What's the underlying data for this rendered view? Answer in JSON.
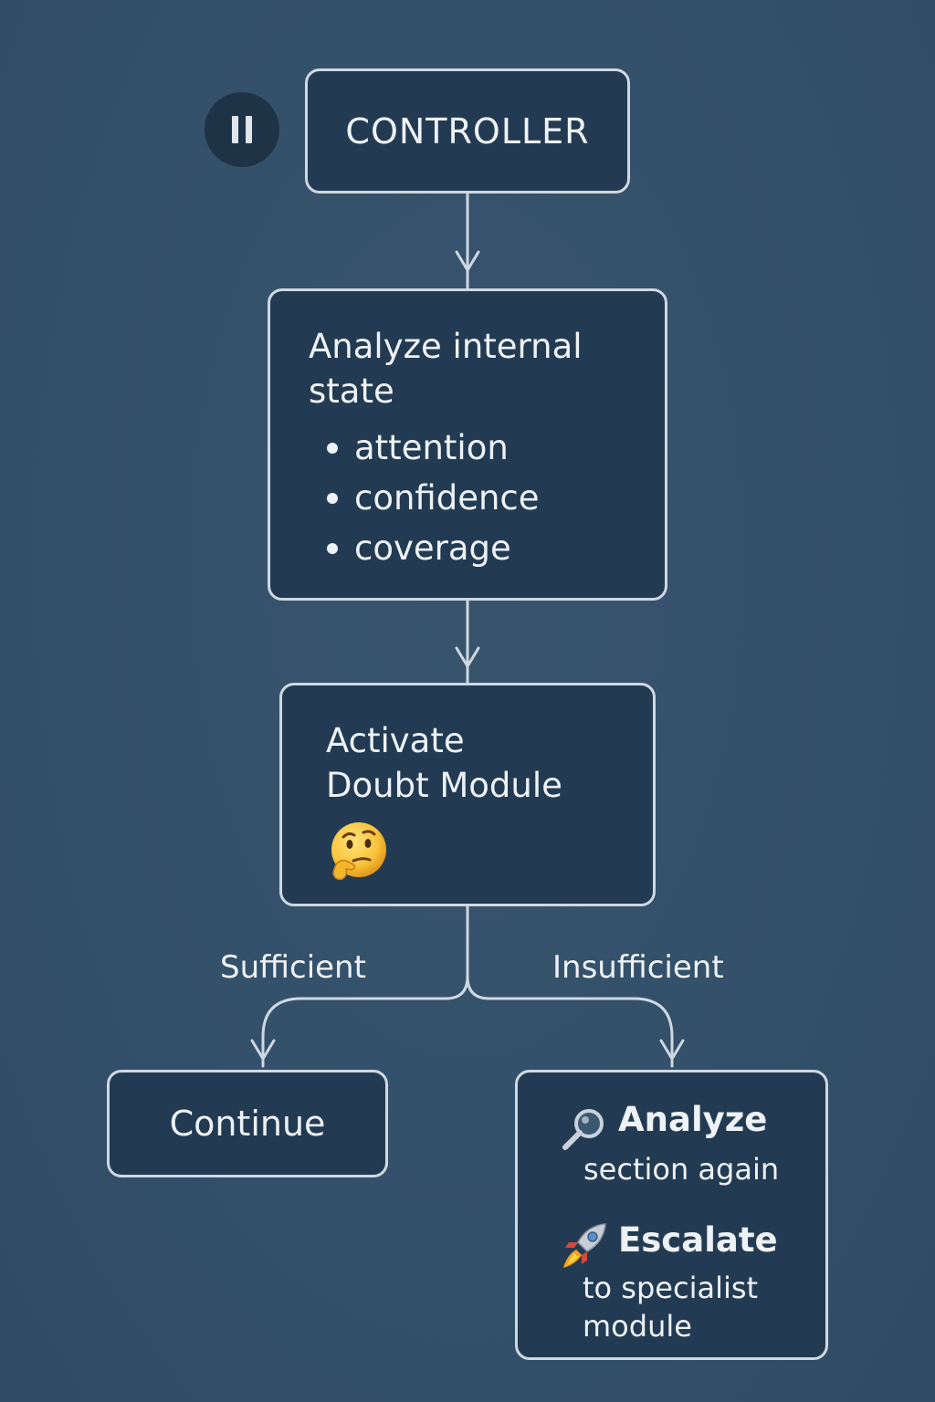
{
  "controller": {
    "label": "CONTROLLER"
  },
  "pause_button": {
    "icon": "pause-icon"
  },
  "analyze": {
    "title_line1": "Analyze internal",
    "title_line2": "state",
    "items": [
      "attention",
      "confidence",
      "coverage"
    ]
  },
  "doubt": {
    "title_line1": "Activate",
    "title_line2": "Doubt Module",
    "icon": "thinking-face-icon"
  },
  "edges": {
    "sufficient": "Sufficient",
    "insufficient": "Insufficient"
  },
  "continue": {
    "label": "Continue"
  },
  "actions": {
    "analyze_again": {
      "title": "Analyze",
      "sub": "section again",
      "icon": "magnifier-icon"
    },
    "escalate": {
      "title": "Escalate",
      "sub_line1": "to specialist",
      "sub_line2": "module",
      "icon": "rocket-icon"
    }
  },
  "colors": {
    "background": "#355069",
    "node_fill": "#233b52",
    "node_border": "#cfd8e2",
    "text": "#eef2f6"
  }
}
